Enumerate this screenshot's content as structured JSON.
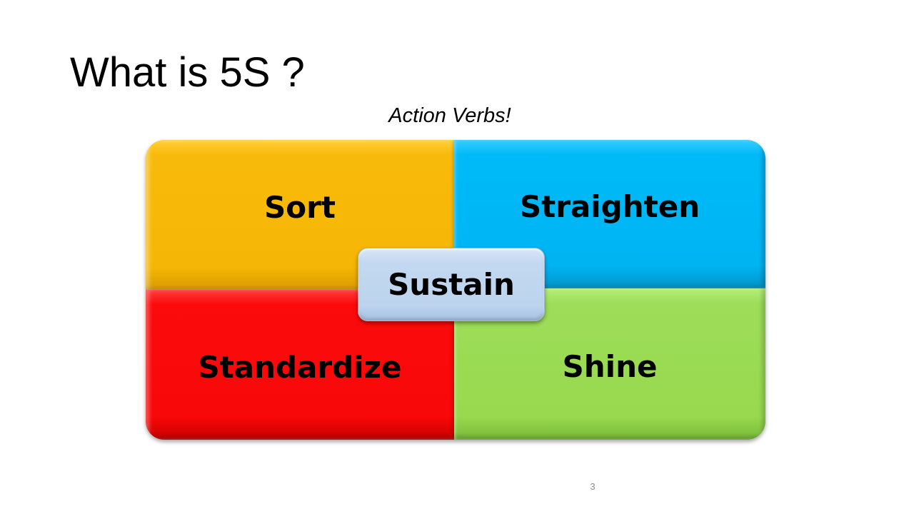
{
  "slide": {
    "title": "What is 5S ?",
    "subtitle": "Action Verbs!",
    "page_number": "3"
  },
  "diagram": {
    "quadrants": [
      {
        "label": "Sort",
        "color": "#f6b605"
      },
      {
        "label": "Straighten",
        "color": "#00b4f2"
      },
      {
        "label": "Standardize",
        "color": "#f80808"
      },
      {
        "label": "Shine",
        "color": "#98d94f"
      }
    ],
    "center": {
      "label": "Sustain",
      "color": "#bcd4ee"
    }
  }
}
